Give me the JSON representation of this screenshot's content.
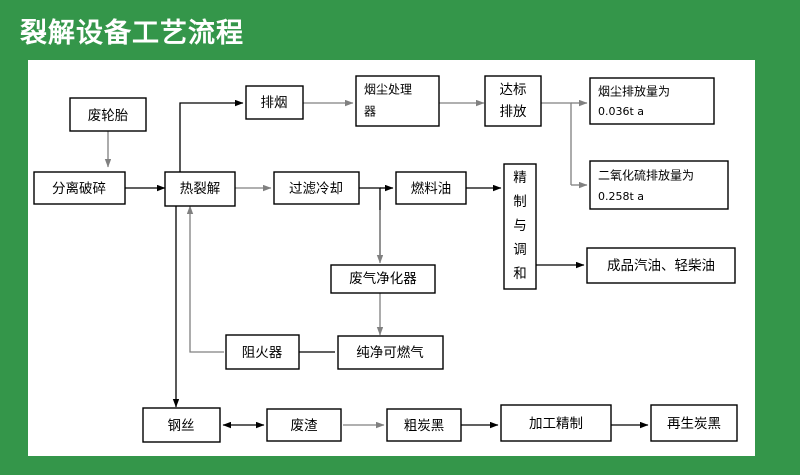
{
  "header": {
    "title": "裂解设备工艺流程",
    "bg_color": "#34964a",
    "text_color": "#ffffff"
  },
  "canvas": {
    "bg_color": "#ffffff",
    "line_color": "#000000",
    "line_color_alt": "#808080"
  },
  "nodes": {
    "waste_tire": {
      "label": "废轮胎"
    },
    "separate_crush": {
      "label": "分离破碎"
    },
    "pyrolysis": {
      "label": "热裂解"
    },
    "exhaust_smoke": {
      "label": "排烟"
    },
    "dust_treatment": {
      "label": "烟尘处理器"
    },
    "dust_treatment_l1": {
      "label": "烟尘处理"
    },
    "dust_treatment_l2": {
      "label": "器"
    },
    "standard_discharge_l1": {
      "label": "达标"
    },
    "standard_discharge_l2": {
      "label": "排放"
    },
    "dust_emission": {
      "label": "烟尘排放量为",
      "value": "0.036t a"
    },
    "so2_emission": {
      "label": "二氧化硫排放量为",
      "value": "0.258t a"
    },
    "filter_cool": {
      "label": "过滤冷却"
    },
    "fuel_oil": {
      "label": "燃料油"
    },
    "refine_blend": {
      "label": "精制与调和",
      "chars": [
        "精",
        "制",
        "与",
        "调",
        "和"
      ]
    },
    "finished_oil": {
      "label": "成品汽油、轻柴油"
    },
    "gas_purifier": {
      "label": "废气净化器"
    },
    "clean_gas": {
      "label": "纯净可燃气"
    },
    "flame_arrester": {
      "label": "阻火器"
    },
    "steel_wire": {
      "label": "钢丝"
    },
    "waste_residue": {
      "label": "废渣"
    },
    "crude_carbon_black": {
      "label": "粗炭黑"
    },
    "process_refine": {
      "label": "加工精制"
    },
    "recycled_carbon_black": {
      "label": "再生炭黑"
    }
  }
}
